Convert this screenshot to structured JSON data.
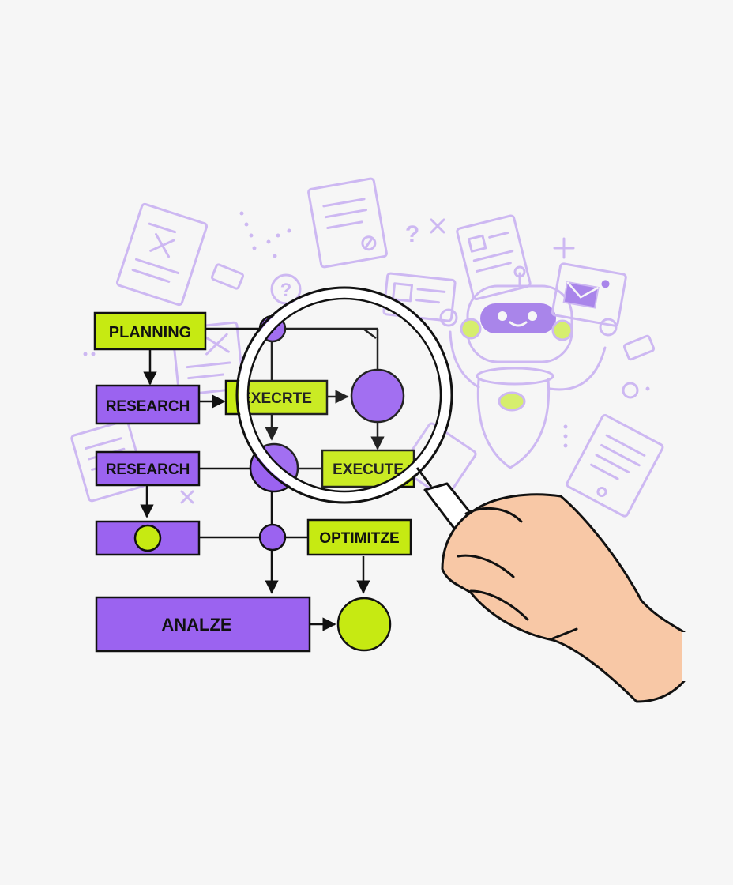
{
  "colors": {
    "background": "#f6f6f6",
    "purple": "#9b63f0",
    "lime": "#c6ea12",
    "lavender": "#cdb8f2",
    "skin": "#f8c8a6",
    "ink": "#111111"
  },
  "flowchart": {
    "planning": "PLANNING",
    "research_1": "RESEARCH",
    "execute_1": "EXECRTE",
    "research_2": "RESEARCH",
    "execute_2": "EXECUTE",
    "optimize": "OPTIMITZE",
    "analyze": "ANALZE"
  },
  "icons": [
    "magnifying-glass-icon",
    "robot-icon",
    "document-icon",
    "envelope-icon",
    "question-mark-icon"
  ]
}
